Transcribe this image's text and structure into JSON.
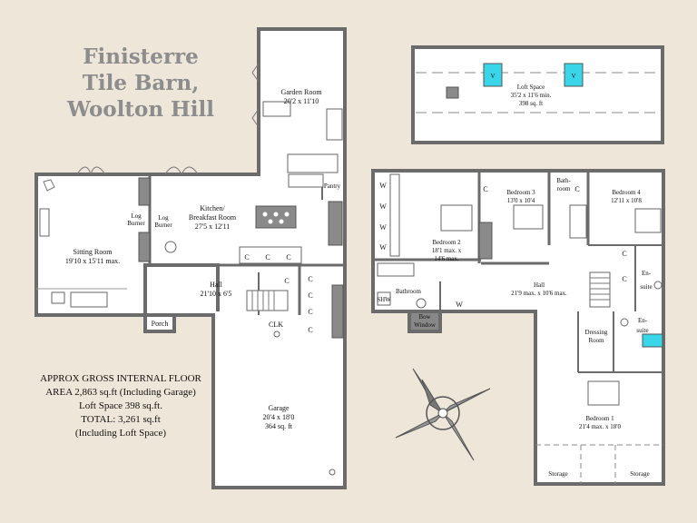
{
  "title": {
    "lines": [
      "Finisterre",
      "Tile Barn,",
      "Woolton Hill"
    ]
  },
  "area_summary": {
    "lines": [
      "APPROX GROSS INTERNAL FLOOR",
      "AREA 2,863 sq.ft (Including Garage)",
      "Loft Space 398 sq.ft.",
      "TOTAL: 3,261 sq.ft",
      "(Including Loft Space)"
    ]
  },
  "rooms": {
    "garden_room": {
      "name": "Garden Room",
      "dims": "20'2 x 11'10"
    },
    "kitchen": {
      "name": "Kitchen/",
      "name2": "Breakfast Room",
      "dims": "27'5 x 12'11"
    },
    "sitting_room": {
      "name": "Sitting Room",
      "dims": "19'10 x 15'11 max."
    },
    "log_burner_1": {
      "l1": "Log",
      "l2": "Burner"
    },
    "log_burner_2": {
      "l1": "Log",
      "l2": "Burner"
    },
    "pantry": {
      "name": "Pantry"
    },
    "hall_ground": {
      "name": "Hall",
      "dims": "21'10 x 6'5"
    },
    "porch": {
      "name": "Porch"
    },
    "clk": {
      "name": "CLK"
    },
    "garage": {
      "name": "Garage",
      "dims": "20'4 x 18'0",
      "area": "364 sq. ft"
    },
    "loft": {
      "name": "Loft Space",
      "dims": "35'2 x 11'6 min.",
      "area": "398 sq. ft"
    },
    "bedroom2": {
      "name": "Bedroom 2",
      "dims": "18'1 max. x",
      "dims2": "14'6 max."
    },
    "bedroom3": {
      "name": "Bedroom 3",
      "dims": "13'0 x 10'4"
    },
    "bathroom_top": {
      "l1": "Bath-",
      "l2": "room"
    },
    "bedroom4": {
      "name": "Bedroom 4",
      "dims": "12'11 x 10'8"
    },
    "bathroom": {
      "name": "Bathroom"
    },
    "bow_window": {
      "l1": "Bow",
      "l2": "Window"
    },
    "hall_first": {
      "name": "Hall",
      "dims": "21'9 max. x 10'6 max."
    },
    "ensuite_1": {
      "l1": "En-",
      "l2": "suite"
    },
    "ensuite_2": {
      "l1": "En-",
      "l2": "suite"
    },
    "dressing": {
      "l1": "Dressing",
      "l2": "Room"
    },
    "bedroom1": {
      "name": "Bedroom 1",
      "dims": "21'4 max. x 18'0"
    },
    "storage_left": {
      "name": "Storage"
    },
    "storage_right": {
      "name": "Storage"
    }
  },
  "labels": {
    "cupboard": "C",
    "wardrobe": "W",
    "velux": "V",
    "shower": "SHW"
  },
  "colors": {
    "background": "#ede6d9",
    "wall": "#6b6b6b",
    "floor": "#ffffff",
    "title": "#8d8d8d",
    "velux_fill": "#38d6e8"
  }
}
